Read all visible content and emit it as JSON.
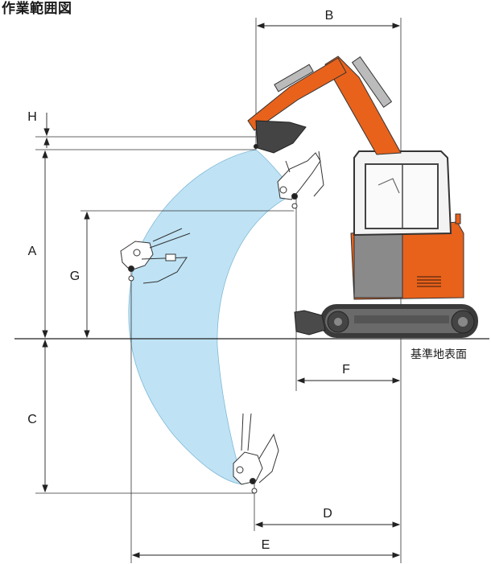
{
  "title": "作業範囲図",
  "ground_label": "基準地表面",
  "dimension_labels": {
    "a": "A",
    "b": "B",
    "c": "C",
    "d": "D",
    "e": "E",
    "f": "F",
    "g": "G",
    "h": "H"
  },
  "colors": {
    "work_area": "#bfe3f5",
    "machine_orange": "#e8621c",
    "machine_dark": "#3a3a3a",
    "line": "#222222"
  }
}
